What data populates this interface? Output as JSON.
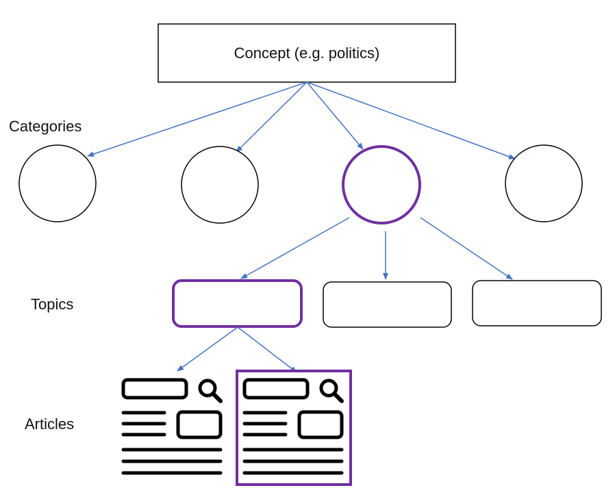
{
  "concept": {
    "label": "Concept (e.g. politics)"
  },
  "levels": {
    "categories": "Categories",
    "topics": "Topics",
    "articles": "Articles"
  },
  "colors": {
    "arrow": "#4472C4",
    "highlight": "#7030A0",
    "outline": "#000000"
  },
  "categories": [
    {
      "highlighted": false
    },
    {
      "highlighted": false
    },
    {
      "highlighted": true
    },
    {
      "highlighted": false
    }
  ],
  "topics": [
    {
      "highlighted": true
    },
    {
      "highlighted": false
    },
    {
      "highlighted": false
    }
  ],
  "articles": [
    {
      "highlighted": false,
      "icon": "article-search-icon"
    },
    {
      "highlighted": true,
      "icon": "article-search-icon"
    }
  ]
}
